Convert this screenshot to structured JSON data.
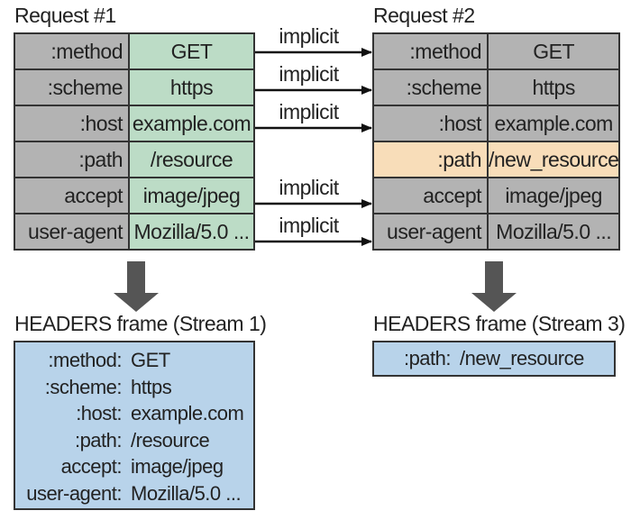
{
  "request1": {
    "title": "Request #1",
    "headers": [
      {
        "name": ":method",
        "value": "GET"
      },
      {
        "name": ":scheme",
        "value": "https"
      },
      {
        "name": ":host",
        "value": "example.com"
      },
      {
        "name": ":path",
        "value": "/resource"
      },
      {
        "name": "accept",
        "value": "image/jpeg"
      },
      {
        "name": "user-agent",
        "value": "Mozilla/5.0 ..."
      }
    ]
  },
  "request2": {
    "title": "Request #2",
    "headers": [
      {
        "name": ":method",
        "value": "GET"
      },
      {
        "name": ":scheme",
        "value": "https"
      },
      {
        "name": ":host",
        "value": "example.com"
      },
      {
        "name": ":path",
        "value": "/new_resource"
      },
      {
        "name": "accept",
        "value": "image/jpeg"
      },
      {
        "name": "user-agent",
        "value": "Mozilla/5.0 ..."
      }
    ]
  },
  "arrows": {
    "label": "implicit"
  },
  "frame1": {
    "title": "HEADERS frame (Stream 1)",
    "rows": [
      {
        "name": ":method:",
        "value": "GET"
      },
      {
        "name": ":scheme:",
        "value": "https"
      },
      {
        "name": ":host:",
        "value": "example.com"
      },
      {
        "name": ":path:",
        "value": "/resource"
      },
      {
        "name": "accept:",
        "value": "image/jpeg"
      },
      {
        "name": "user-agent:",
        "value": "Mozilla/5.0 ..."
      }
    ]
  },
  "frame2": {
    "title": "HEADERS frame (Stream 3)",
    "rows": [
      {
        "name": ":path:",
        "value": "/new_resource"
      }
    ]
  },
  "colors": {
    "key_cell": "#b3b3b3",
    "req1_value_cell": "#bcdcc6",
    "req2_value_cell": "#b3b3b3",
    "changed_cell": "#f8ddb9",
    "frame_fill": "#b8d3ea",
    "arrow": "#111111",
    "down_arrow": "#555555"
  }
}
